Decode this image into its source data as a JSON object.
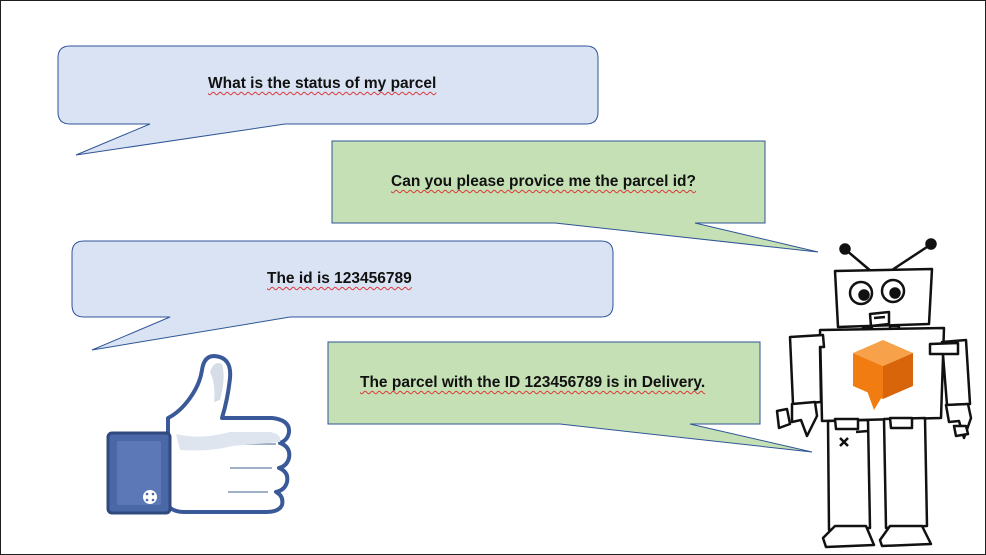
{
  "messages": [
    {
      "speaker": "user",
      "text": "What is the status of my parcel"
    },
    {
      "speaker": "bot",
      "text": "Can you please provice me the parcel id?"
    },
    {
      "speaker": "user",
      "text": "The id is 123456789"
    },
    {
      "speaker": "bot",
      "text": "The parcel with the ID 123456789 is in Delivery."
    }
  ],
  "colors": {
    "user_bubble_fill": "#dae3f3",
    "user_bubble_stroke": "#2f5597",
    "bot_bubble_fill": "#c5e0b4",
    "bot_bubble_stroke": "#2f5597",
    "thumb_cuff": "#4a67a6",
    "thumb_hand": "#ffffff",
    "robot_chest_cube": "#f07c12"
  },
  "icons": {
    "thumbs_up": "thumbs-up-icon",
    "chatbot": "robot-icon"
  }
}
